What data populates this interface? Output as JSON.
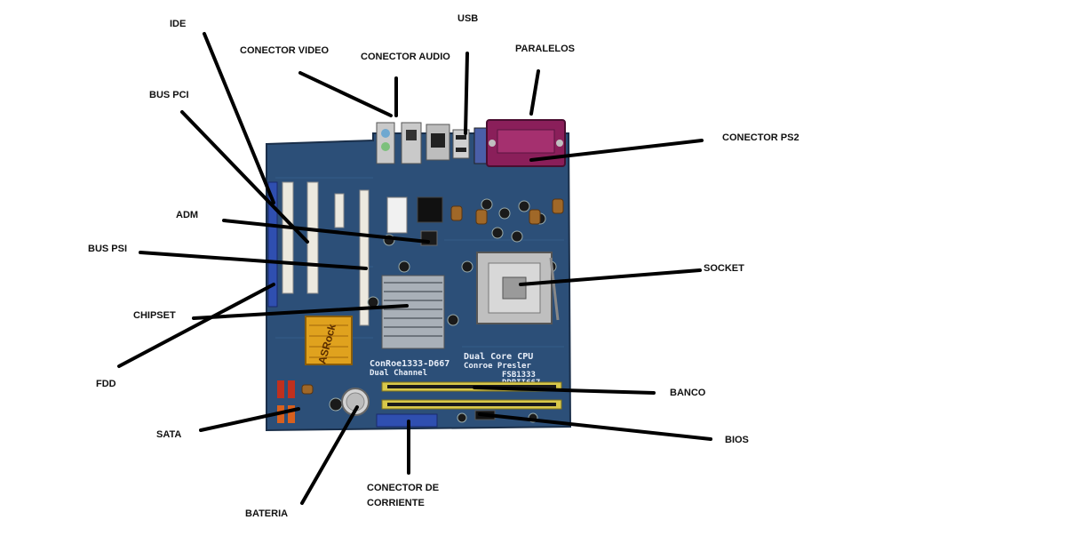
{
  "labels": {
    "ide": "IDE",
    "conector_video": "CONECTOR VIDEO",
    "conector_audio": "CONECTOR AUDIO",
    "usb": "USB",
    "paralelos": "PARALELOS",
    "bus_pci": "BUS PCI",
    "conector_ps2": "CONECTOR PS2",
    "adm": "ADM",
    "bus_psi": "BUS PSI",
    "socket": "SOCKET",
    "chipset": "CHIPSET",
    "fdd": "FDD",
    "banco": "BANCO",
    "sata": "SATA",
    "bios": "BIOS",
    "conector_corriente": "CONECTOR DE CORRIENTE",
    "bateria": "BATERIA"
  },
  "board_text": {
    "model": "ConRoe1333-D667",
    "channel": "Dual Channel",
    "cpu_line1": "Dual Core CPU",
    "cpu_line2": "Conroe  Presler",
    "cpu_line3": "FSB1333",
    "cpu_line4": "DDRII667",
    "brand": "ASRock"
  },
  "colors": {
    "pcb": "#2c4f78",
    "pcb_dark": "#1f3a5c",
    "leader": "#000000",
    "ram_slot": "#d8c84a",
    "ide_connector": "#2f4fb0",
    "parallel_port": "#8a1f5a",
    "heatsink_gold": "#e0a21e",
    "pci_slot": "#ece9df"
  }
}
